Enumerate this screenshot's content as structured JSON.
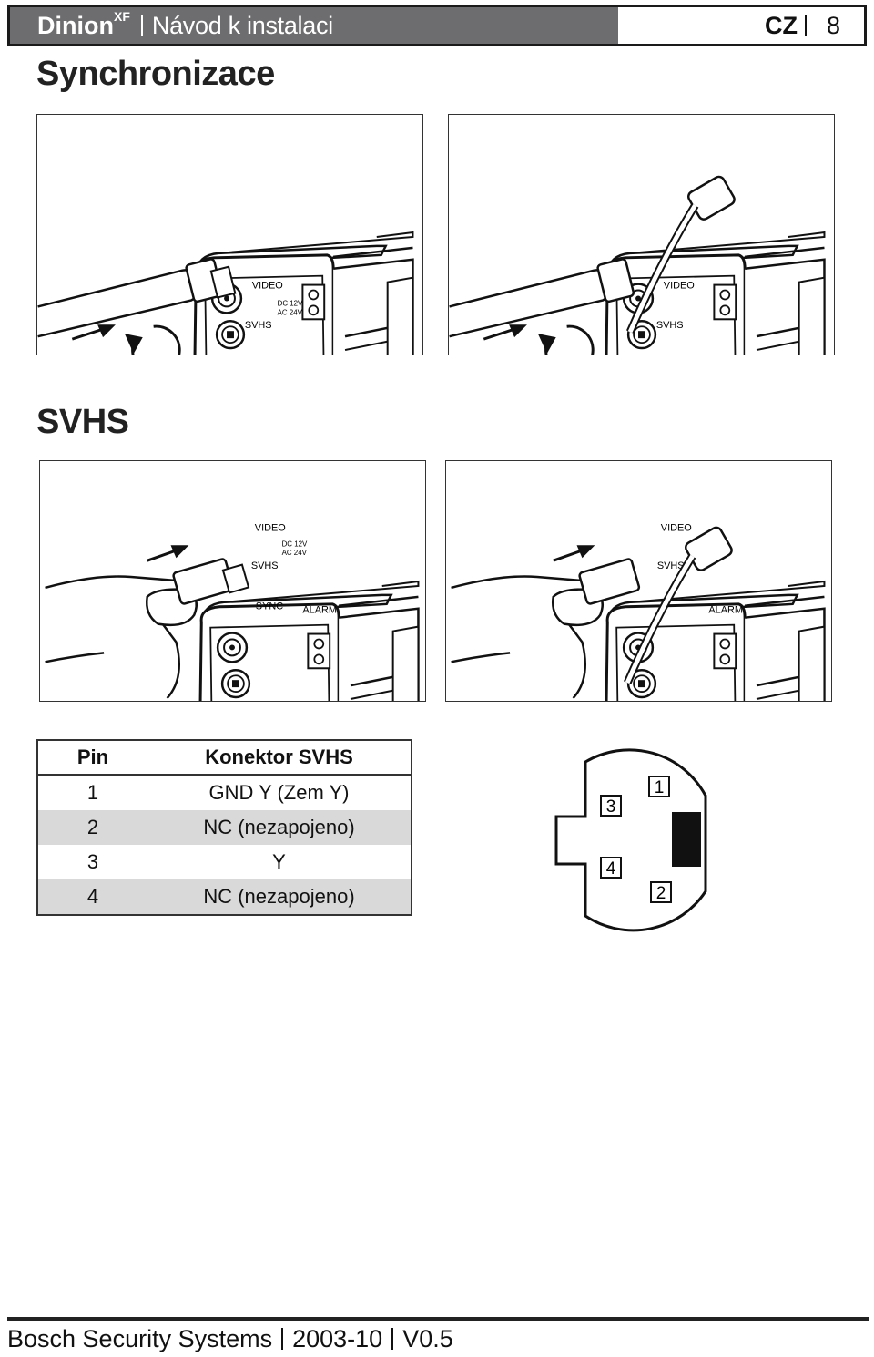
{
  "header": {
    "brand": "Dinion",
    "brand_sup": "XF",
    "doc_title": "Návod k instalaci",
    "lang": "CZ",
    "page": "8"
  },
  "sections": {
    "sync_title": "Synchronizace",
    "svhs_title": "SVHS"
  },
  "camera_labels": {
    "video": "VIDEO",
    "svhs": "SVHS",
    "sync": "SYNC",
    "alarm": "ALARM",
    "dc": "DC 12V",
    "ac": "AC 24V"
  },
  "pin_table": {
    "headers": [
      "Pin",
      "Konektor SVHS"
    ],
    "rows": [
      [
        "1",
        "GND Y (Zem Y)"
      ],
      [
        "2",
        "NC (nezapojeno)"
      ],
      [
        "3",
        "Y"
      ],
      [
        "4",
        "NC (nezapojeno)"
      ]
    ]
  },
  "connector_pins": [
    "1",
    "2",
    "3",
    "4"
  ],
  "footer": {
    "company": "Bosch Security Systems",
    "date": "2003-10",
    "version": "V0.5"
  }
}
